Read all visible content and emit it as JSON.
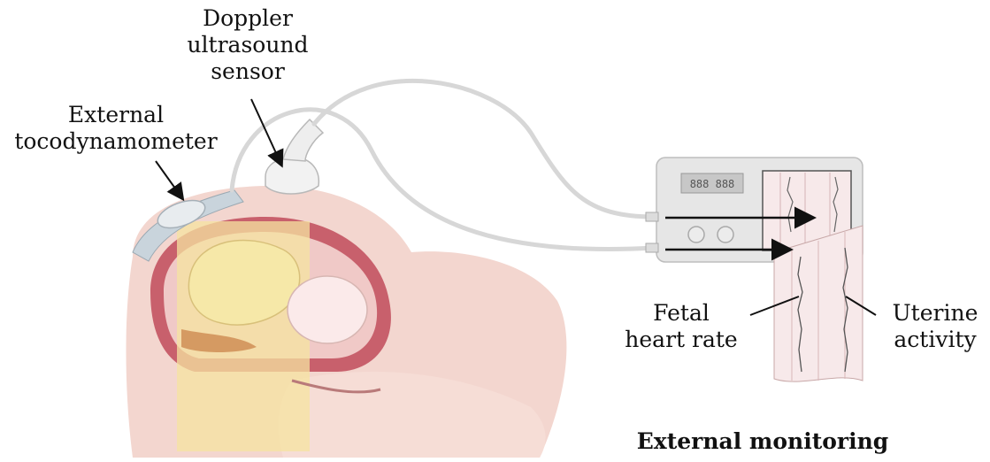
{
  "labels": {
    "doppler": [
      "Doppler",
      "ultrasound",
      "sensor"
    ],
    "toco": [
      "External",
      "tocodynamometer"
    ],
    "fetal": [
      "Fetal",
      "heart rate"
    ],
    "uterine": [
      "Uterine",
      "activity"
    ],
    "caption": "External monitoring"
  },
  "monitor": {
    "display_text": "888 888"
  },
  "colors": {
    "skin": "#f3d6cf",
    "uterus": "#c8606c",
    "fetus": "#f6e8a8",
    "belt": "#c9d4dc",
    "monitor": "#e6e6e6",
    "paper": "#f7e9ea",
    "cable": "#d7d7d7"
  }
}
